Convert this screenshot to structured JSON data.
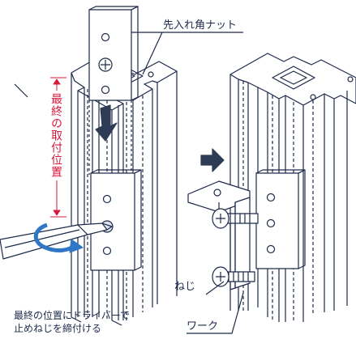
{
  "labels": {
    "square_nut": "先入れ角ナット",
    "screw": "ねじ",
    "workpiece": "ワーク",
    "final_position": "最終の取付位置",
    "instruction_line1": "最終の位置にドライバーで",
    "instruction_line2": "止めねじを締付ける"
  },
  "colors": {
    "line": "#1d2a4a",
    "accent_red": "#d7193c",
    "arrow_fill": "#2e3d55",
    "screwdriver_blue": "#2f77c6",
    "background": "#ffffff"
  },
  "icons": [
    "screwdriver-icon",
    "rotation-arrow-icon",
    "right-arrow-icon",
    "down-arrow-icon"
  ]
}
